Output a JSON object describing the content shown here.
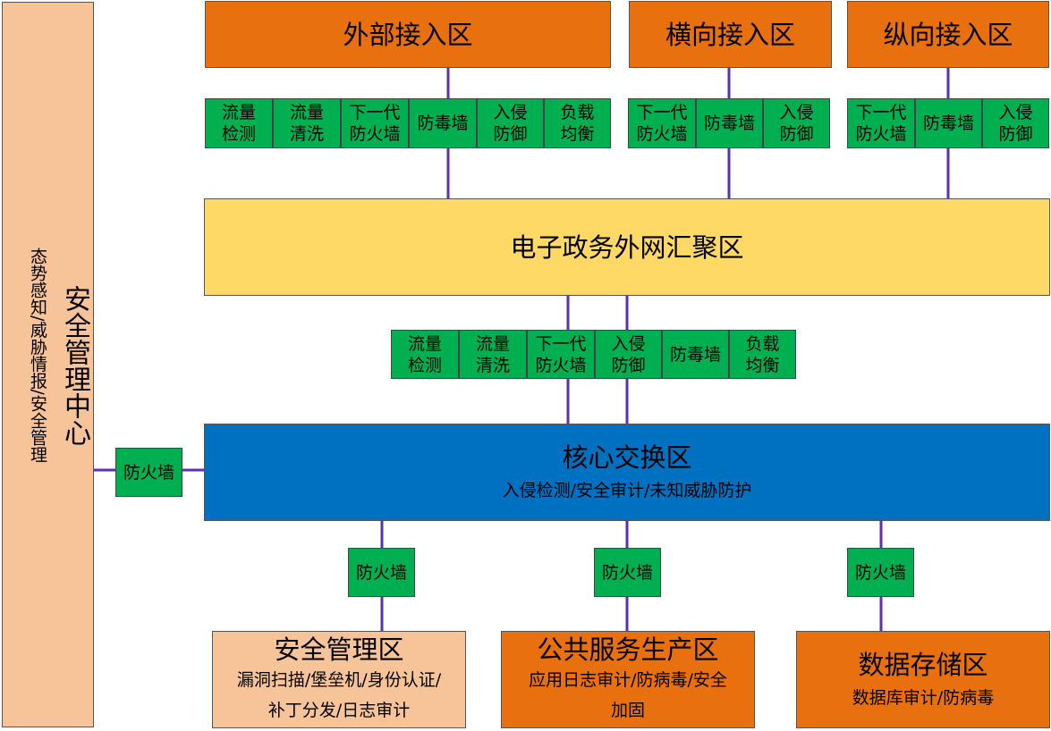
{
  "colors": {
    "orange": "#E8700F",
    "peach": "#F7C49A",
    "yellow": "#FFD966",
    "blue": "#0070C0",
    "green": "#00B050",
    "line": "#5B2FB8"
  },
  "security_center": {
    "title": "安全管理中心",
    "subtitle": "态势感知/威胁情报/安全管理"
  },
  "access_zones": [
    {
      "title": "外部接入区",
      "devices": [
        "流量\n检测",
        "流量\n清洗",
        "下一代\n防火墙",
        "防毒墙",
        "入侵\n防御",
        "负载\n均衡"
      ]
    },
    {
      "title": "横向接入区",
      "devices": [
        "下一代\n防火墙",
        "防毒墙",
        "入侵\n防御"
      ]
    },
    {
      "title": "纵向接入区",
      "devices": [
        "下一代\n防火墙",
        "防毒墙",
        "入侵\n防御"
      ]
    }
  ],
  "aggregation": {
    "title": "电子政务外网汇聚区"
  },
  "middle_devices": [
    "流量\n检测",
    "流量\n清洗",
    "下一代\n防火墙",
    "入侵\n防御",
    "防毒墙",
    "负载\n均衡"
  ],
  "core": {
    "title": "核心交换区",
    "subtitle": "入侵检测/安全审计/未知威胁防护"
  },
  "side_firewall": "防火墙",
  "firewalls": [
    "防火墙",
    "防火墙",
    "防火墙"
  ],
  "bottom_zones": [
    {
      "title": "安全管理区",
      "subtitle": "漏洞扫描/堡垒机/身份认证/\n补丁分发/日志审计"
    },
    {
      "title": "公共服务生产区",
      "subtitle": "应用日志审计/防病毒/安全\n加固"
    },
    {
      "title": "数据存储区",
      "subtitle": "数据库审计/防病毒"
    }
  ]
}
